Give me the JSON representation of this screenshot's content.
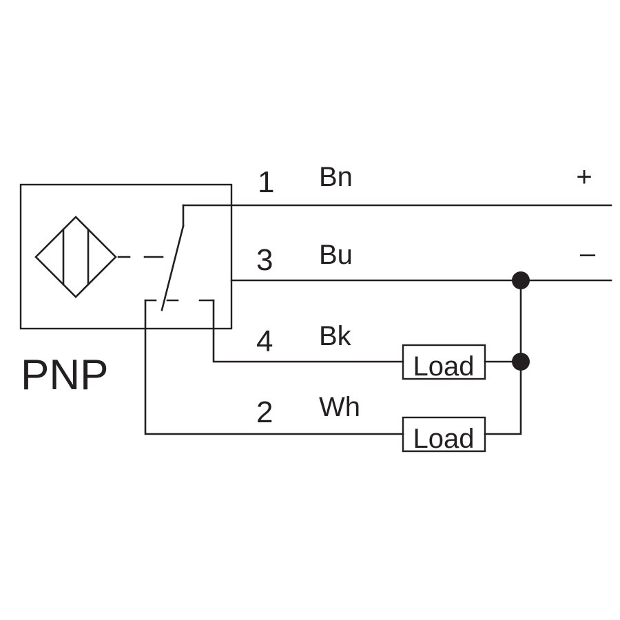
{
  "sensor": {
    "type_label": "PNP"
  },
  "wires": [
    {
      "pin": "1",
      "color_code": "Bn",
      "polarity": "+"
    },
    {
      "pin": "3",
      "color_code": "Bu",
      "polarity": "–"
    },
    {
      "pin": "4",
      "color_code": "Bk",
      "load_label": "Load"
    },
    {
      "pin": "2",
      "color_code": "Wh",
      "load_label": "Load"
    }
  ],
  "colors": {
    "ink": "#231f20",
    "background": "#ffffff"
  }
}
